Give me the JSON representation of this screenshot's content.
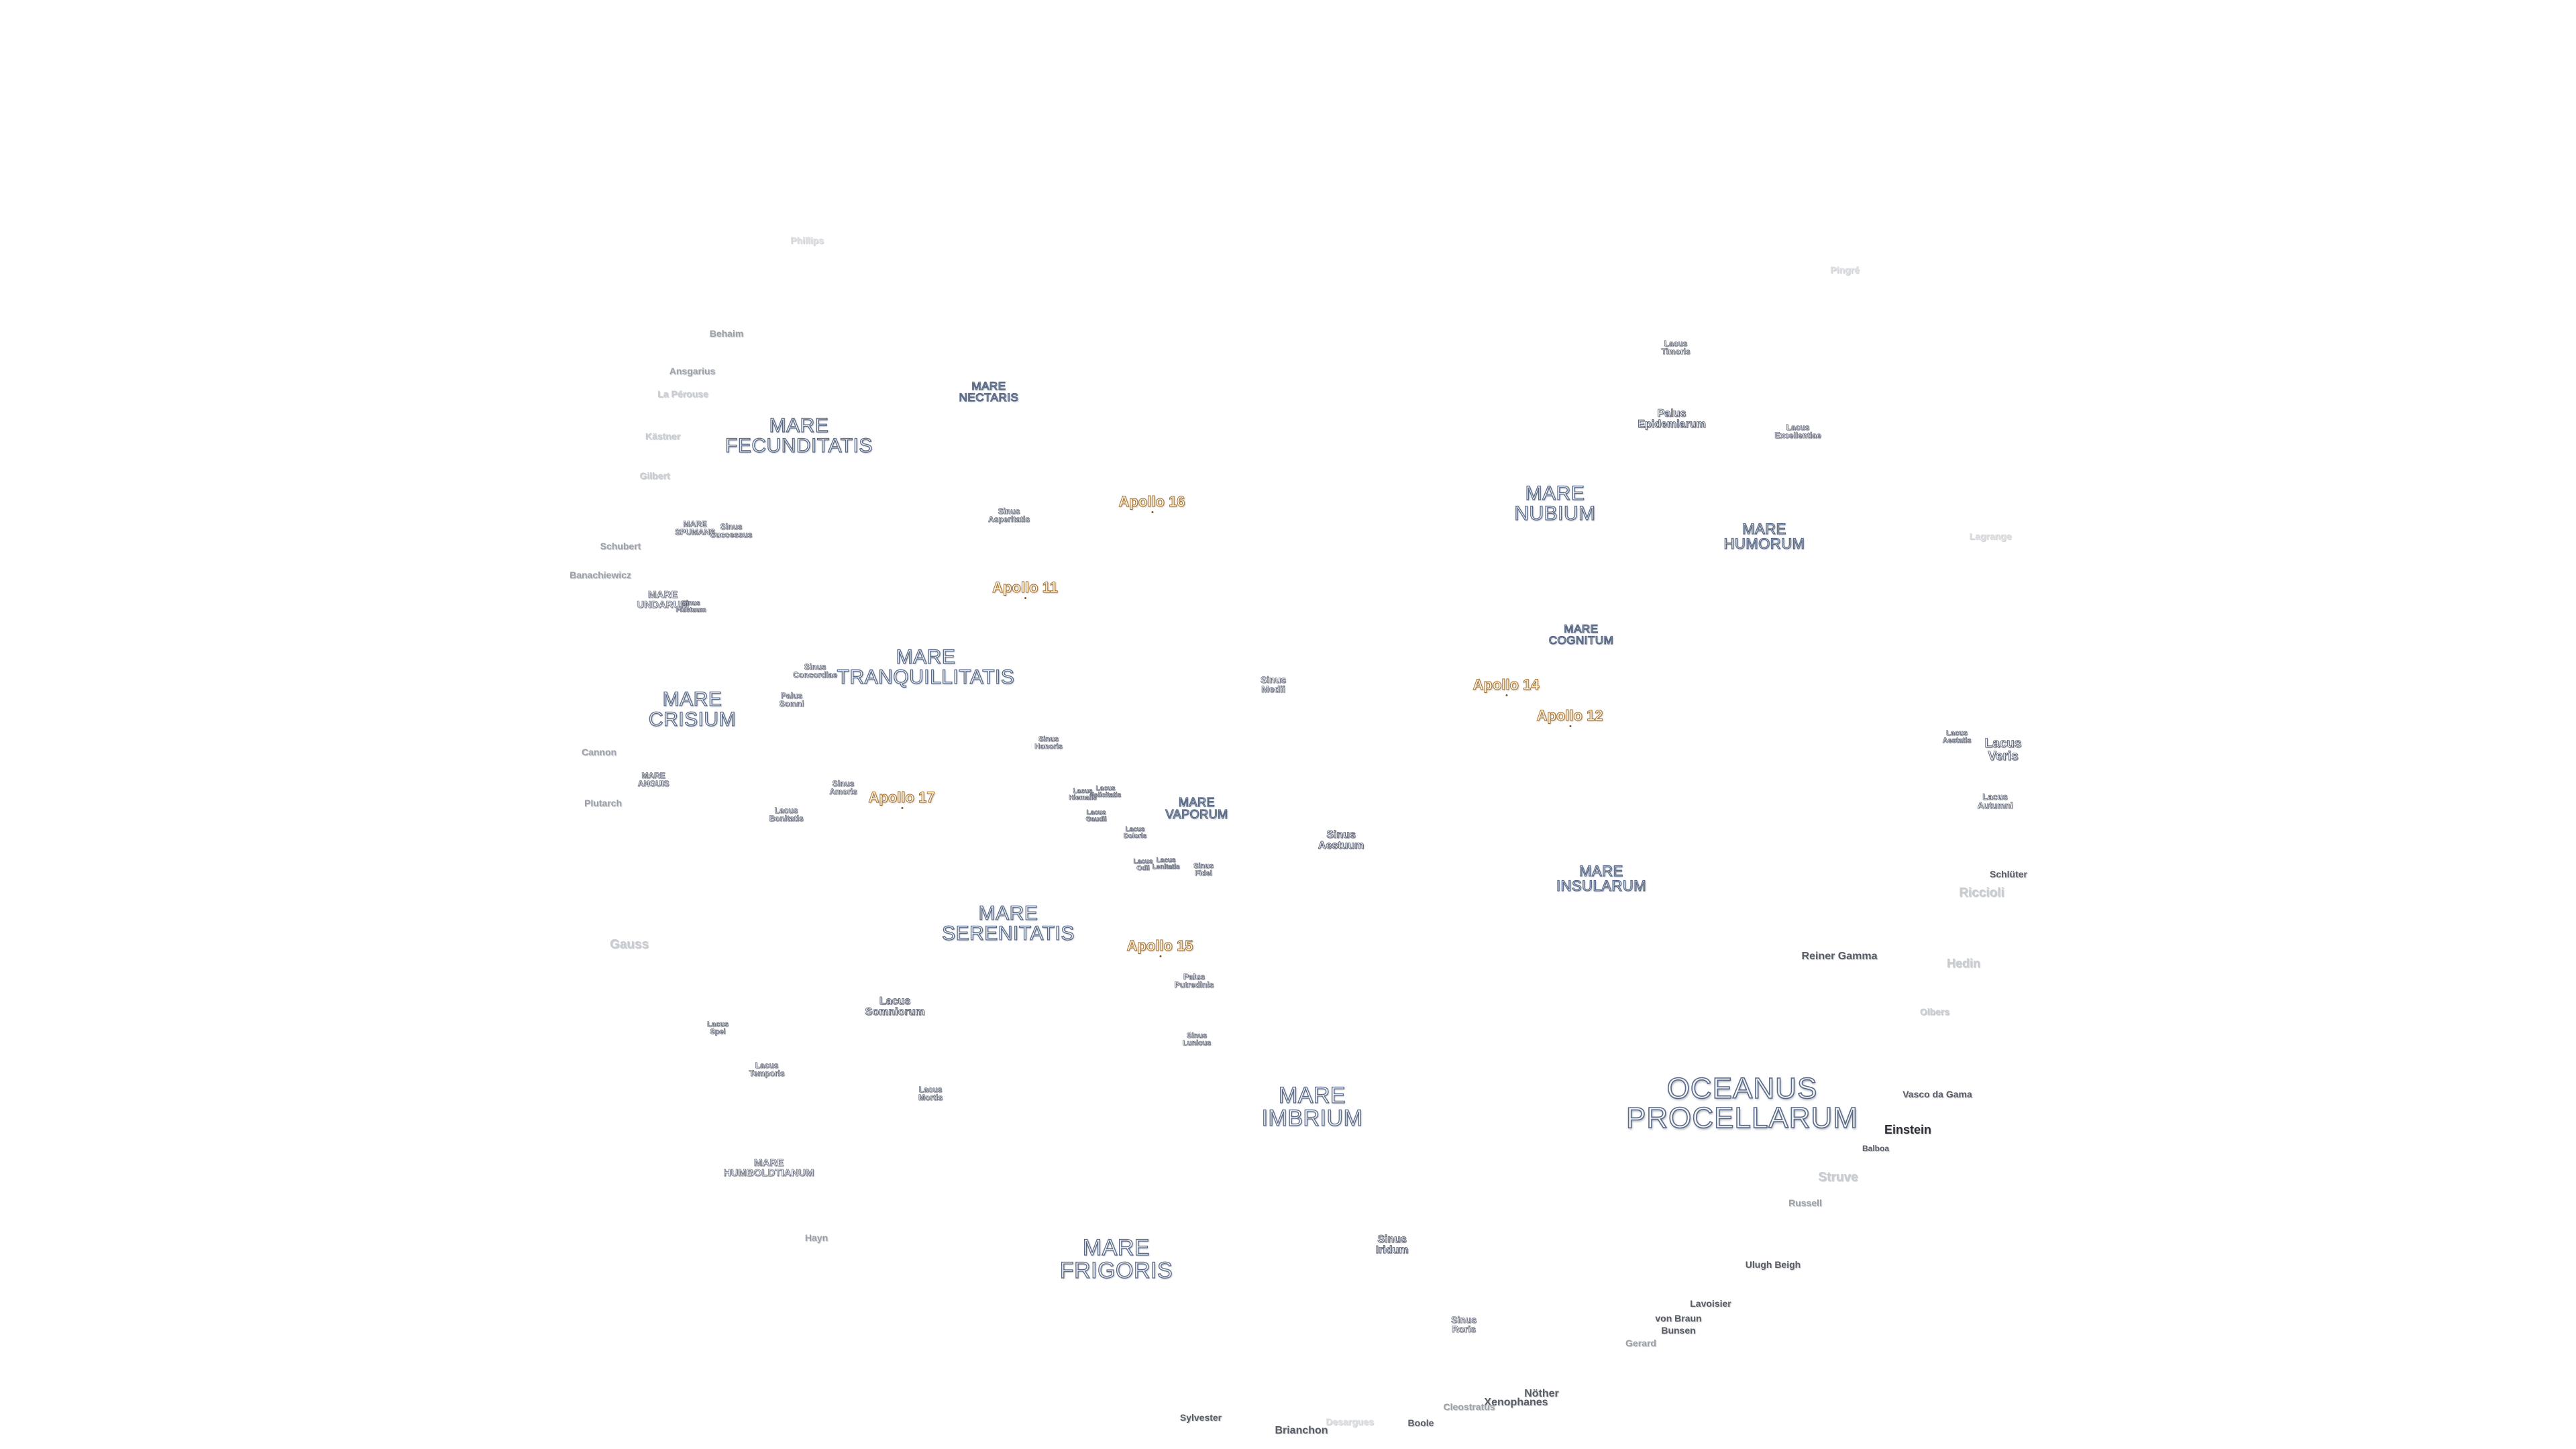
{
  "map": {
    "colors": {
      "background": "#ffffff",
      "mare_fill": "#f4f6fa",
      "mare_outline": "#5a6a86",
      "apollo_outline": "#a06a28",
      "crater_text": "#9aa0aa"
    },
    "maria": {
      "fecunditatis": "MARE\nFECUNDITATIS",
      "nectaris": "MARE\nNECTARIS",
      "tranquillitatis": "MARE\nTRANQUILLITATIS",
      "crisium": "MARE\nCRISIUM",
      "serenitatis": "MARE\nSERENITATIS",
      "nubium": "MARE\nNUBIUM",
      "humorum": "MARE\nHUMORUM",
      "cognitum": "MARE\nCOGNITUM",
      "insularum": "MARE\nINSULARUM",
      "imbrium": "MARE\nIMBRIUM",
      "frigoris": "MARE\nFRIGORIS",
      "vaporum": "MARE\nVAPORUM",
      "spumans": "MARE\nSPUMANS",
      "undarum": "MARE\nUNDARUM",
      "anguis": "MARE\nANGUIS",
      "humboldtianum": "MARE\nHUMBOLDTIANUM",
      "oceanus_procellarum": "OCEANUS\nPROCELLARUM"
    },
    "features": {
      "lacus_timoris": "Lacus\nTimoris",
      "palus_epidemiarum": "Palus\nEpidemiarum",
      "lacus_excellentiae": "Lacus\nExcellentiae",
      "sinus_asperitatis": "Sinus\nAsperitatis",
      "sinus_successus": "Sinus\nSuccessus",
      "sinus_fluctuum": "Sinus\nFluctuum",
      "sinus_concordiae": "Sinus\nConcordiae",
      "palus_somni": "Palus\nSomni",
      "sinus_medii": "Sinus\nMedii",
      "sinus_honoris": "Sinus\nHonoris",
      "sinus_amoris": "Sinus\nAmoris",
      "lacus_bonitatis": "Lacus\nBonitatis",
      "lacus_felicitatis": "Lacus\nFelicitatis",
      "lacus_hiemalis": "Lacus\nHiemalis",
      "lacus_gaudii": "Lacus\nGaudii",
      "lacus_doloris": "Lacus\nDoloris",
      "lacus_odii": "Lacus\nOdii",
      "lacus_lenitatis": "Lacus\nLenitatis",
      "sinus_fidei": "Sinus\nFidei",
      "sinus_aestuum": "Sinus\nAestuum",
      "lacus_autumni": "Lacus\nAutumni",
      "lacus_veris": "Lacus\nVeris",
      "lacus_aestatis": "Lacus\nAestatis",
      "lacus_somniorum": "Lacus\nSomniorum",
      "palus_putredinis": "Palus\nPutredinis",
      "sinus_lunicus": "Sinus\nLunicus",
      "lacus_spei": "Lacus\nSpei",
      "lacus_temporis": "Lacus\nTemporis",
      "lacus_mortis": "Lacus\nMortis",
      "sinus_iridum": "Sinus\nIridum",
      "sinus_roris": "Sinus\nRoris"
    },
    "apollo": {
      "a11": "Apollo 11",
      "a12": "Apollo 12",
      "a14": "Apollo 14",
      "a15": "Apollo 15",
      "a16": "Apollo 16",
      "a17": "Apollo 17"
    },
    "craters": {
      "phillips": "Phillips",
      "behaim": "Behaim",
      "ansgarius": "Ansgarius",
      "la_perouse": "La Pérouse",
      "kastner": "Kästner",
      "gilbert": "Gilbert",
      "schubert": "Schubert",
      "banachiewicz": "Banachiewicz",
      "cannon": "Cannon",
      "plutarch": "Plutarch",
      "gauss": "Gauss",
      "hayn": "Hayn",
      "pingre": "Pingré",
      "lagrange": "Lagrange",
      "riccioli": "Riccioli",
      "hedin": "Hedin",
      "olbers": "Olbers",
      "reiner_gamma": "Reiner Gamma",
      "vasco_da_gama": "Vasco da Gama",
      "einstein": "Einstein",
      "balboa": "Balboa",
      "struve": "Struve",
      "russell": "Russell",
      "ulugh_beigh": "Ulugh Beigh",
      "lavoisier": "Lavoisier",
      "von_braun": "von Braun",
      "bunsen": "Bunsen",
      "gerard": "Gerard",
      "xenophanes": "Xenophanes",
      "cleostratus": "Cleostratus",
      "boole": "Boole",
      "desargues": "Desargues",
      "brianchon": "Brianchon",
      "sylvester": "Sylvester",
      "nansen_label": "Nöther",
      "schickard_like": "Schlüter"
    }
  }
}
